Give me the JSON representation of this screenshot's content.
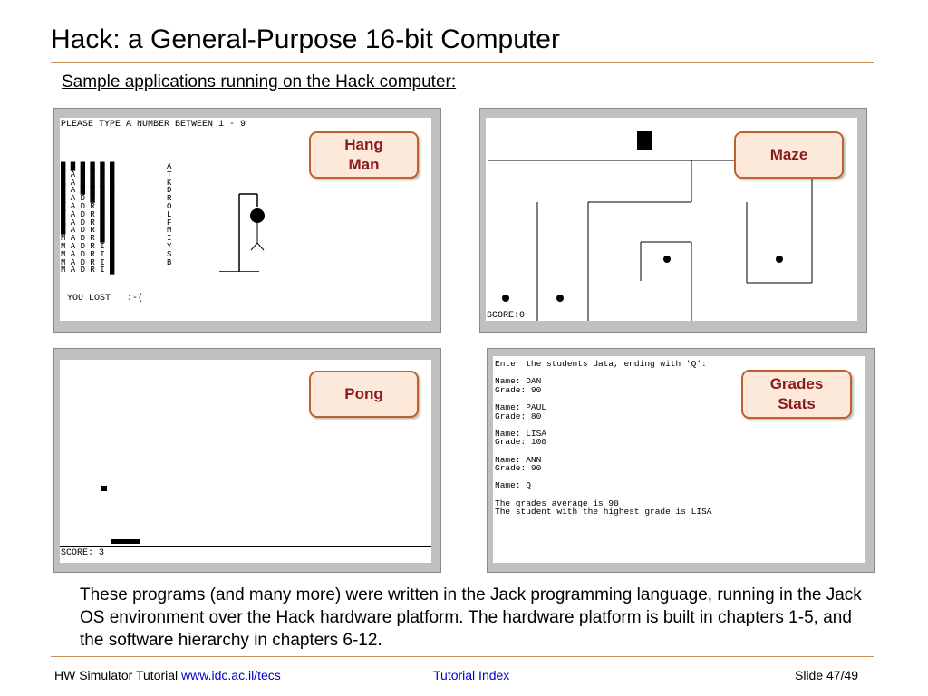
{
  "title": "Hack: a General-Purpose 16-bit Computer",
  "subtitle": "Sample applications running on the Hack computer:",
  "callouts": {
    "hangman": "Hang\nMan",
    "maze": "Maze",
    "pong": "Pong",
    "grades": "Grades\nStats"
  },
  "hangman": {
    "prompt": "PLEASE TYPE A NUMBER BETWEEN 1 - 9",
    "rows": [
      "█ █ █ █ █ █",
      "█ A █ █ █ █",
      "█ A █ █ █ █",
      "█ A █ █ █ █",
      "█ A D █ █ █",
      "█ A D R █ █",
      "█ A D R █ █",
      "█ A D R █ █",
      "█ A D R █ █",
      "M A D R █ █",
      "M A D R I █",
      "M A D R I █",
      "M A D R I █",
      "M A D R I █"
    ],
    "letters": [
      "A",
      "T",
      "K",
      "D",
      "R",
      "O",
      "L",
      "F",
      "M",
      "I",
      "Y",
      "S",
      "B"
    ],
    "result": "YOU LOST   :-("
  },
  "maze": {
    "score": "SCORE:0"
  },
  "pong": {
    "score": "SCORE: 3"
  },
  "grades": {
    "lines": [
      "Enter the students data, ending with 'Q':",
      "",
      "Name: DAN",
      "Grade: 90",
      "",
      "Name: PAUL",
      "Grade: 80",
      "",
      "Name: LISA",
      "Grade: 100",
      "",
      "Name: ANN",
      "Grade: 90",
      "",
      "Name: Q",
      "",
      "The grades average is 90",
      "The student with the highest grade is LISA"
    ]
  },
  "paragraph": "These programs (and many more) were written in the Jack programming language, running in the Jack OS environment over the Hack hardware platform.  The hardware platform is built in chapters 1-5, and the software hierarchy in chapters 6-12.",
  "footer": {
    "left_text": "HW Simulator Tutorial",
    "link1": "www.idc.ac.il/tecs",
    "link2": "Tutorial Index",
    "slide": "Slide 47/49"
  },
  "colors": {
    "rule": "#c8915a",
    "callout_fill": "#fde9d9",
    "callout_border": "#c0602a",
    "callout_text": "#8b1a1a",
    "link": "#0000cc"
  }
}
